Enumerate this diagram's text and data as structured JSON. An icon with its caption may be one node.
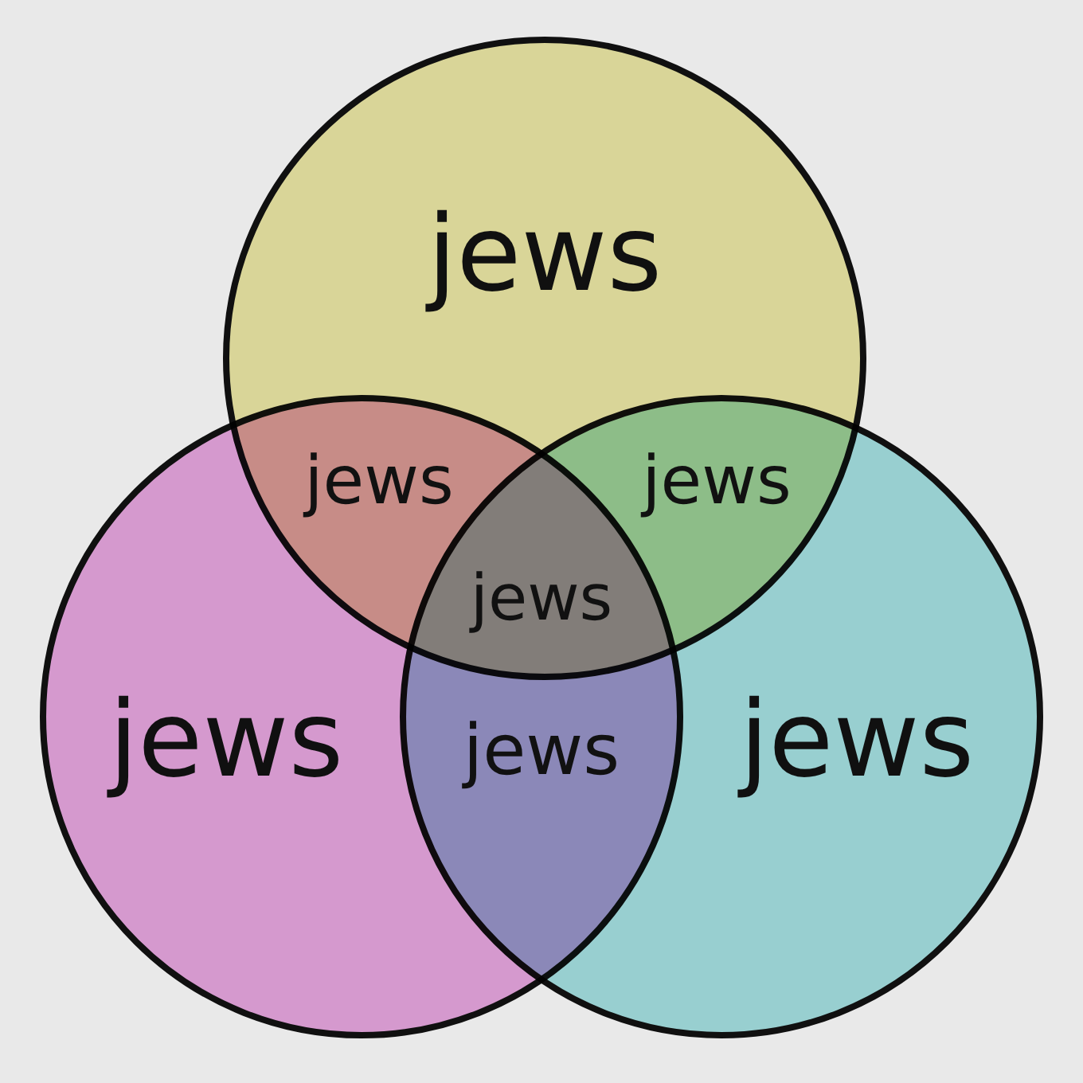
{
  "diagram": {
    "nodes": [
      {
        "text": [
          "jews"
        ]
      },
      {
        "text": [
          "jews"
        ]
      },
      {
        "text": [
          "jews"
        ]
      }
    ],
    "labels": [
      "jews",
      "jews",
      "jews",
      "jews"
    ]
  }
}
